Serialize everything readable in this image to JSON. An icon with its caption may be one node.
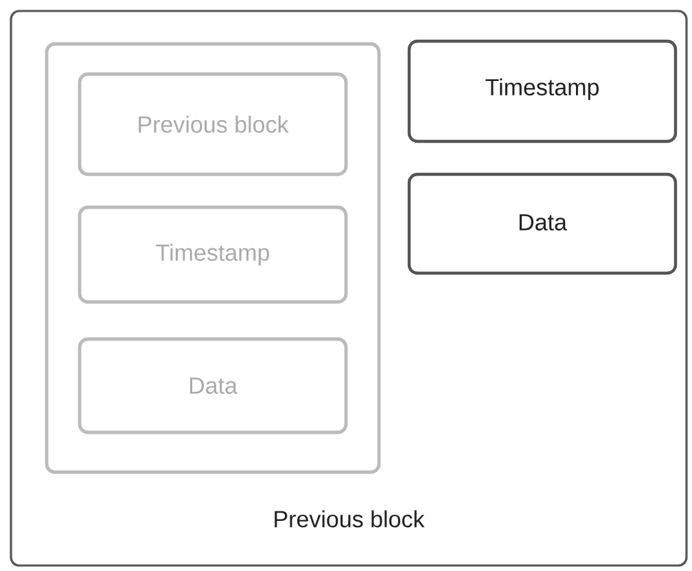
{
  "diagram": {
    "nodes": [
      {
        "text": [
          "Previous block"
        ]
      },
      {
        "text": [],
        "shape": "box",
        "in": 0
      },
      {
        "text": [
          "Previous block"
        ],
        "in": 1
      },
      {
        "text": [
          "Timestamp"
        ],
        "in": 1
      },
      {
        "text": [
          "Data"
        ],
        "in": 1
      },
      {
        "text": [
          "Timestamp"
        ],
        "in": 0
      },
      {
        "text": [
          "Data"
        ],
        "in": 0
      }
    ]
  }
}
